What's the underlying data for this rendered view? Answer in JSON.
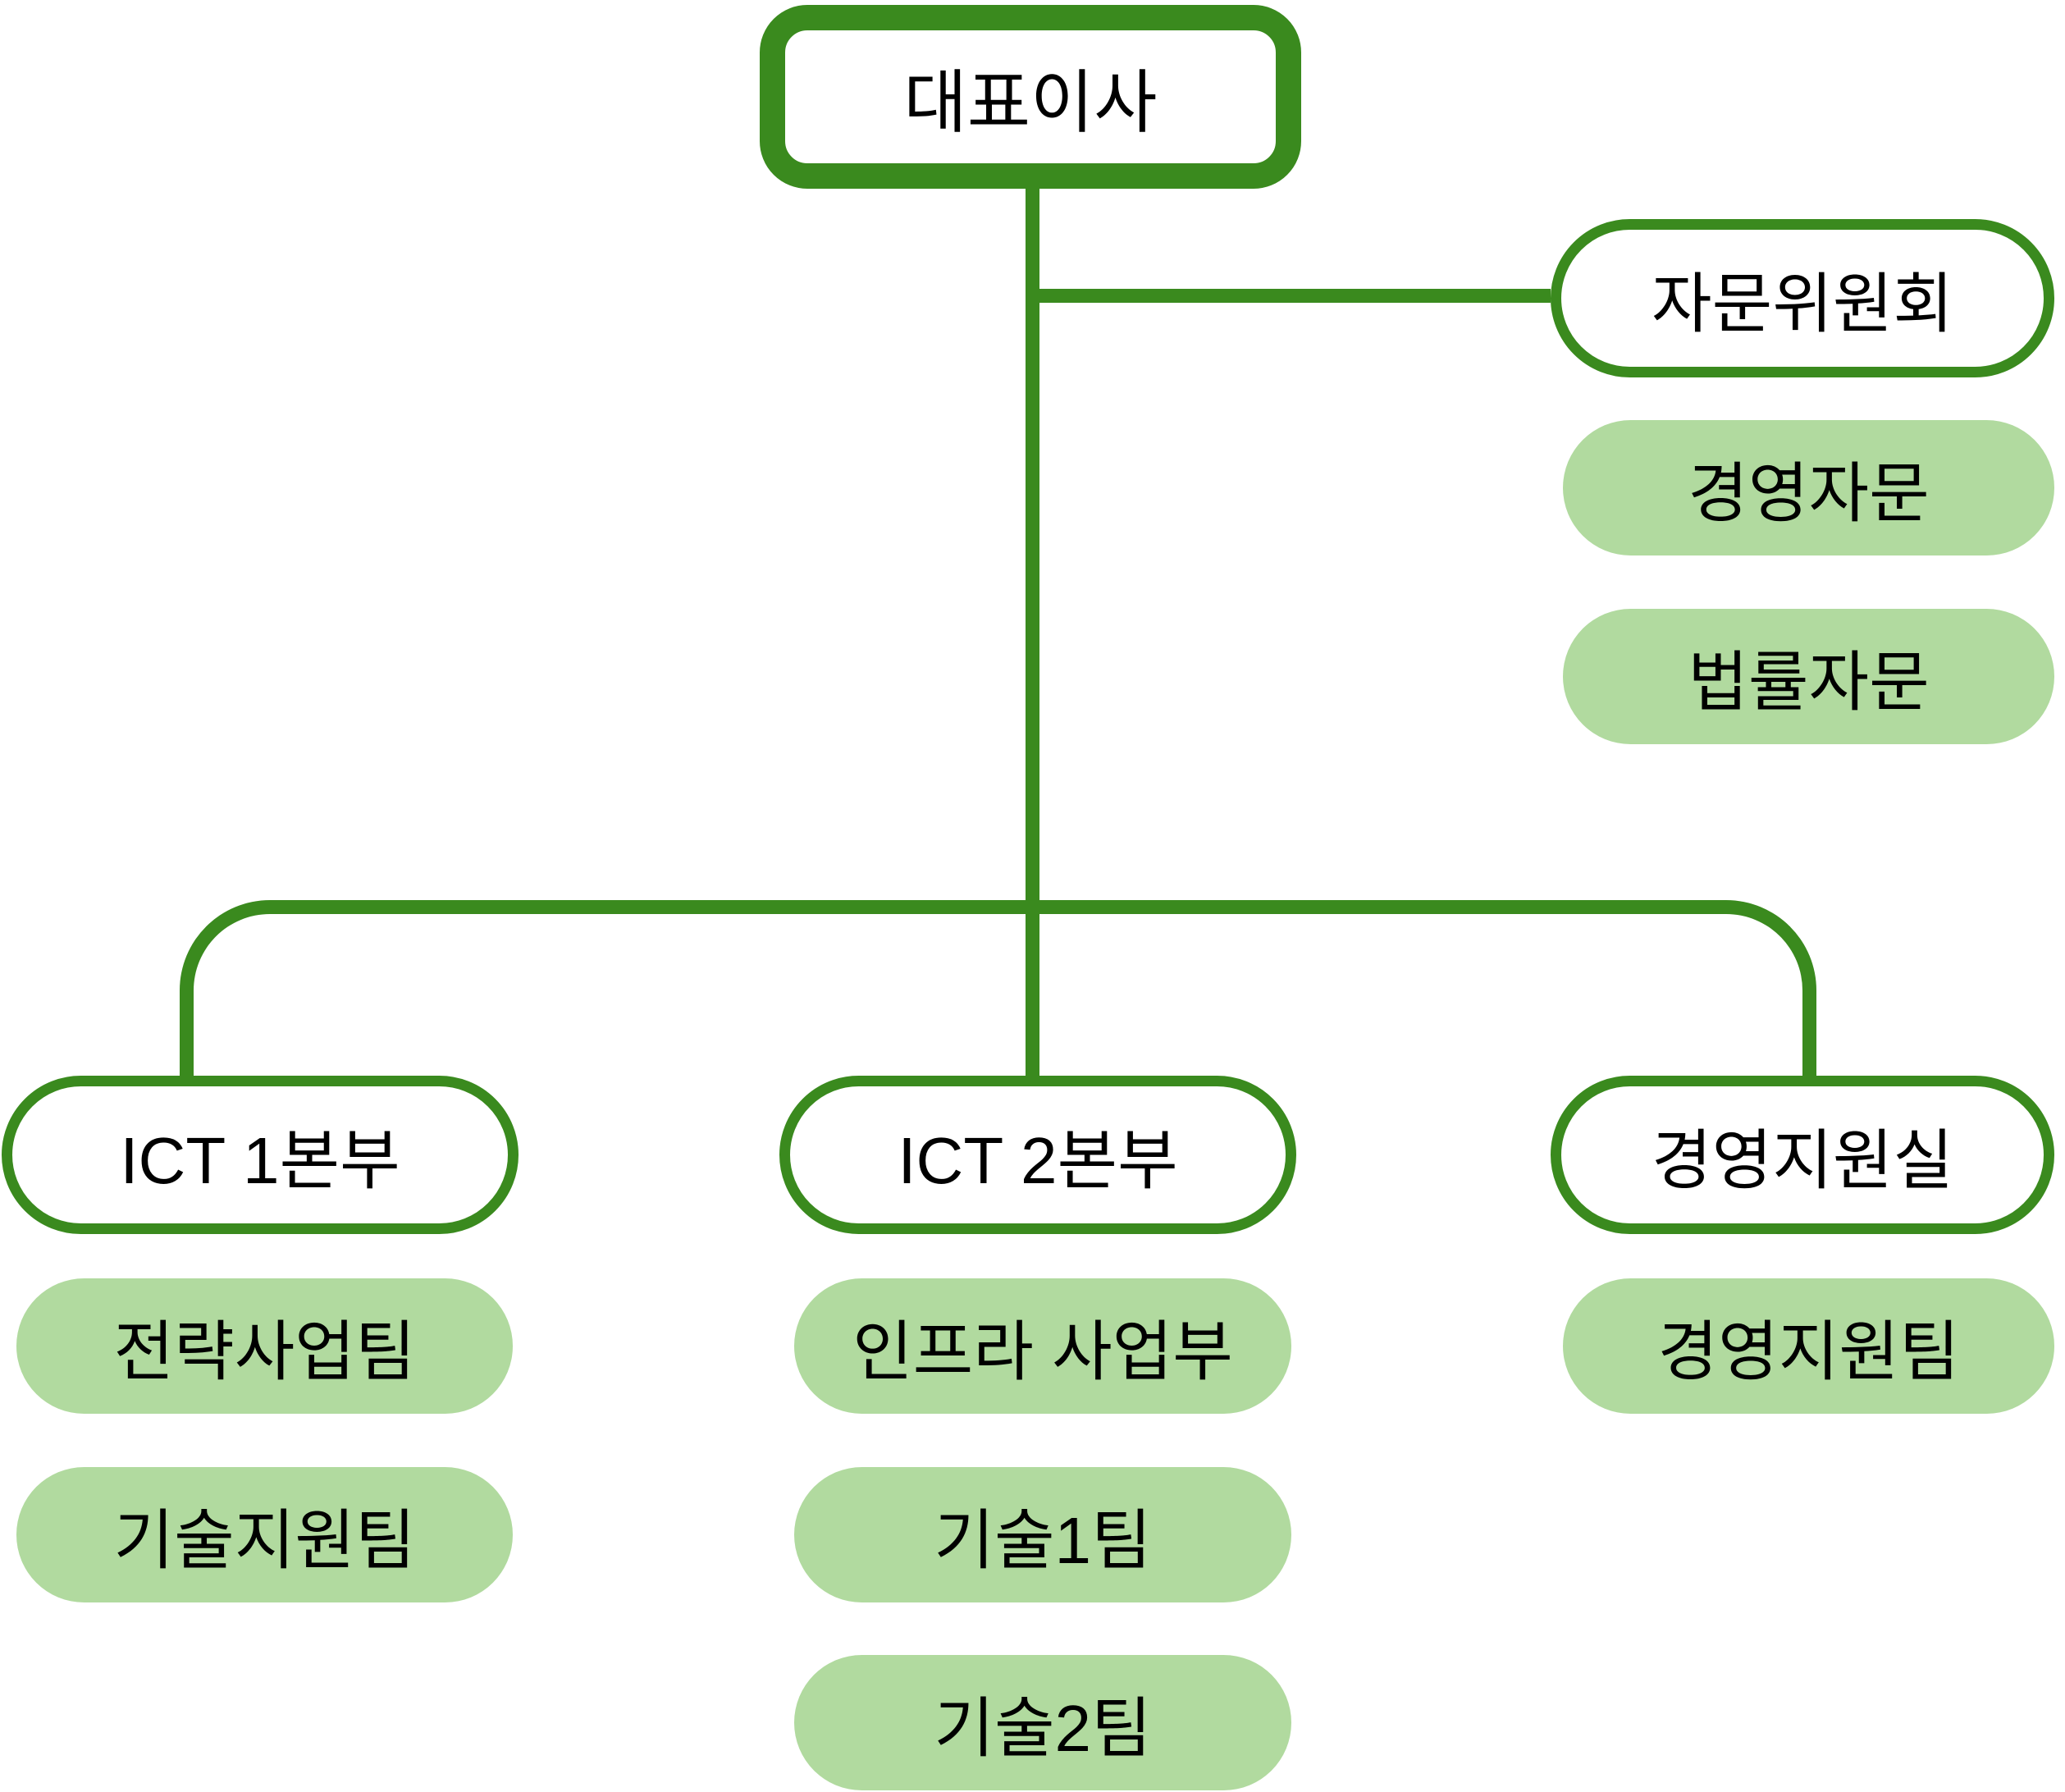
{
  "org": {
    "root": {
      "label": "대표이사"
    },
    "advisory": {
      "label": "자문위원회",
      "children": [
        {
          "label": "경영자문"
        },
        {
          "label": "법률자문"
        }
      ]
    },
    "divisions": [
      {
        "label": "ICT 1본부",
        "children": [
          {
            "label": "전략사업팀"
          },
          {
            "label": "기술지원팀"
          }
        ]
      },
      {
        "label": "ICT 2본부",
        "children": [
          {
            "label": "인프라 사업부"
          },
          {
            "label": "기술1팀"
          },
          {
            "label": "기술2팀"
          }
        ]
      },
      {
        "label": "경영지원실",
        "children": [
          {
            "label": "경영지원팀"
          }
        ]
      }
    ]
  },
  "colors": {
    "line": "#3A8A1E",
    "leaf": "#B1DA9F",
    "box_bg": "#FFFFFF",
    "text": "#000000"
  }
}
